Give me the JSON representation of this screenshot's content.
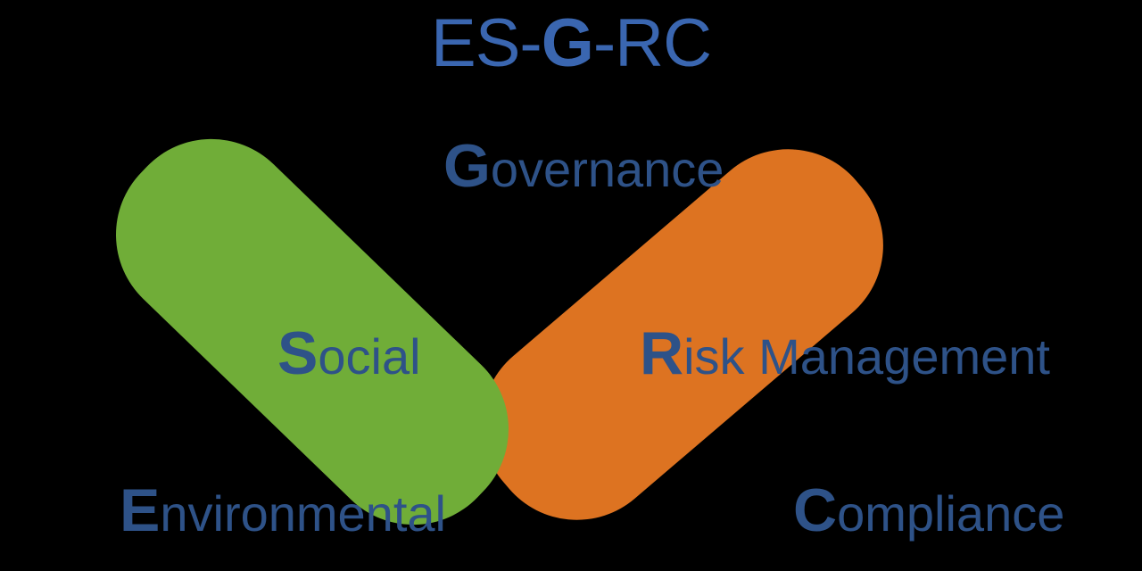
{
  "background_color": "#000000",
  "title": {
    "full": "ES-G-RC",
    "prefix": "ES-",
    "highlight": "G",
    "suffix": "-RC",
    "color": "#3a66b0"
  },
  "palette": {
    "green": "#70ad38",
    "orange": "#dd7321",
    "text_blue": "#2e5288",
    "title_blue": "#3a66b0",
    "background": "#000000"
  },
  "diagram": {
    "type": "chevron",
    "description": "Two rounded bars forming an inverted V (chevron). The green left bar carries the ESG pillars, the orange right bar carries the GRC pillars; both meet at Governance at the apex.",
    "bars": [
      {
        "id": "esg-bar",
        "name": "ESG bar",
        "color": "#70ad38",
        "side": "left",
        "labels": [
          "Environmental",
          "Social",
          "Governance"
        ]
      },
      {
        "id": "grc-bar",
        "name": "GRC bar",
        "color": "#dd7321",
        "side": "right",
        "labels": [
          "Governance",
          "Risk Management",
          "Compliance"
        ]
      }
    ],
    "labels": [
      {
        "id": "governance",
        "cap": "G",
        "rest": "overnance",
        "full": "Governance",
        "bar": "esg-bar",
        "shared": true
      },
      {
        "id": "social",
        "cap": "S",
        "rest": "ocial",
        "full": "Social",
        "bar": "esg-bar",
        "shared": false
      },
      {
        "id": "environmental",
        "cap": "E",
        "rest": "nvironmental",
        "full": "Environmental",
        "bar": "esg-bar",
        "shared": false
      },
      {
        "id": "risk-management",
        "cap": "R",
        "rest": "isk Management",
        "full": "Risk Management",
        "bar": "grc-bar",
        "shared": false
      },
      {
        "id": "compliance",
        "cap": "C",
        "rest": "ompliance",
        "full": "Compliance",
        "bar": "grc-bar",
        "shared": false
      }
    ]
  }
}
